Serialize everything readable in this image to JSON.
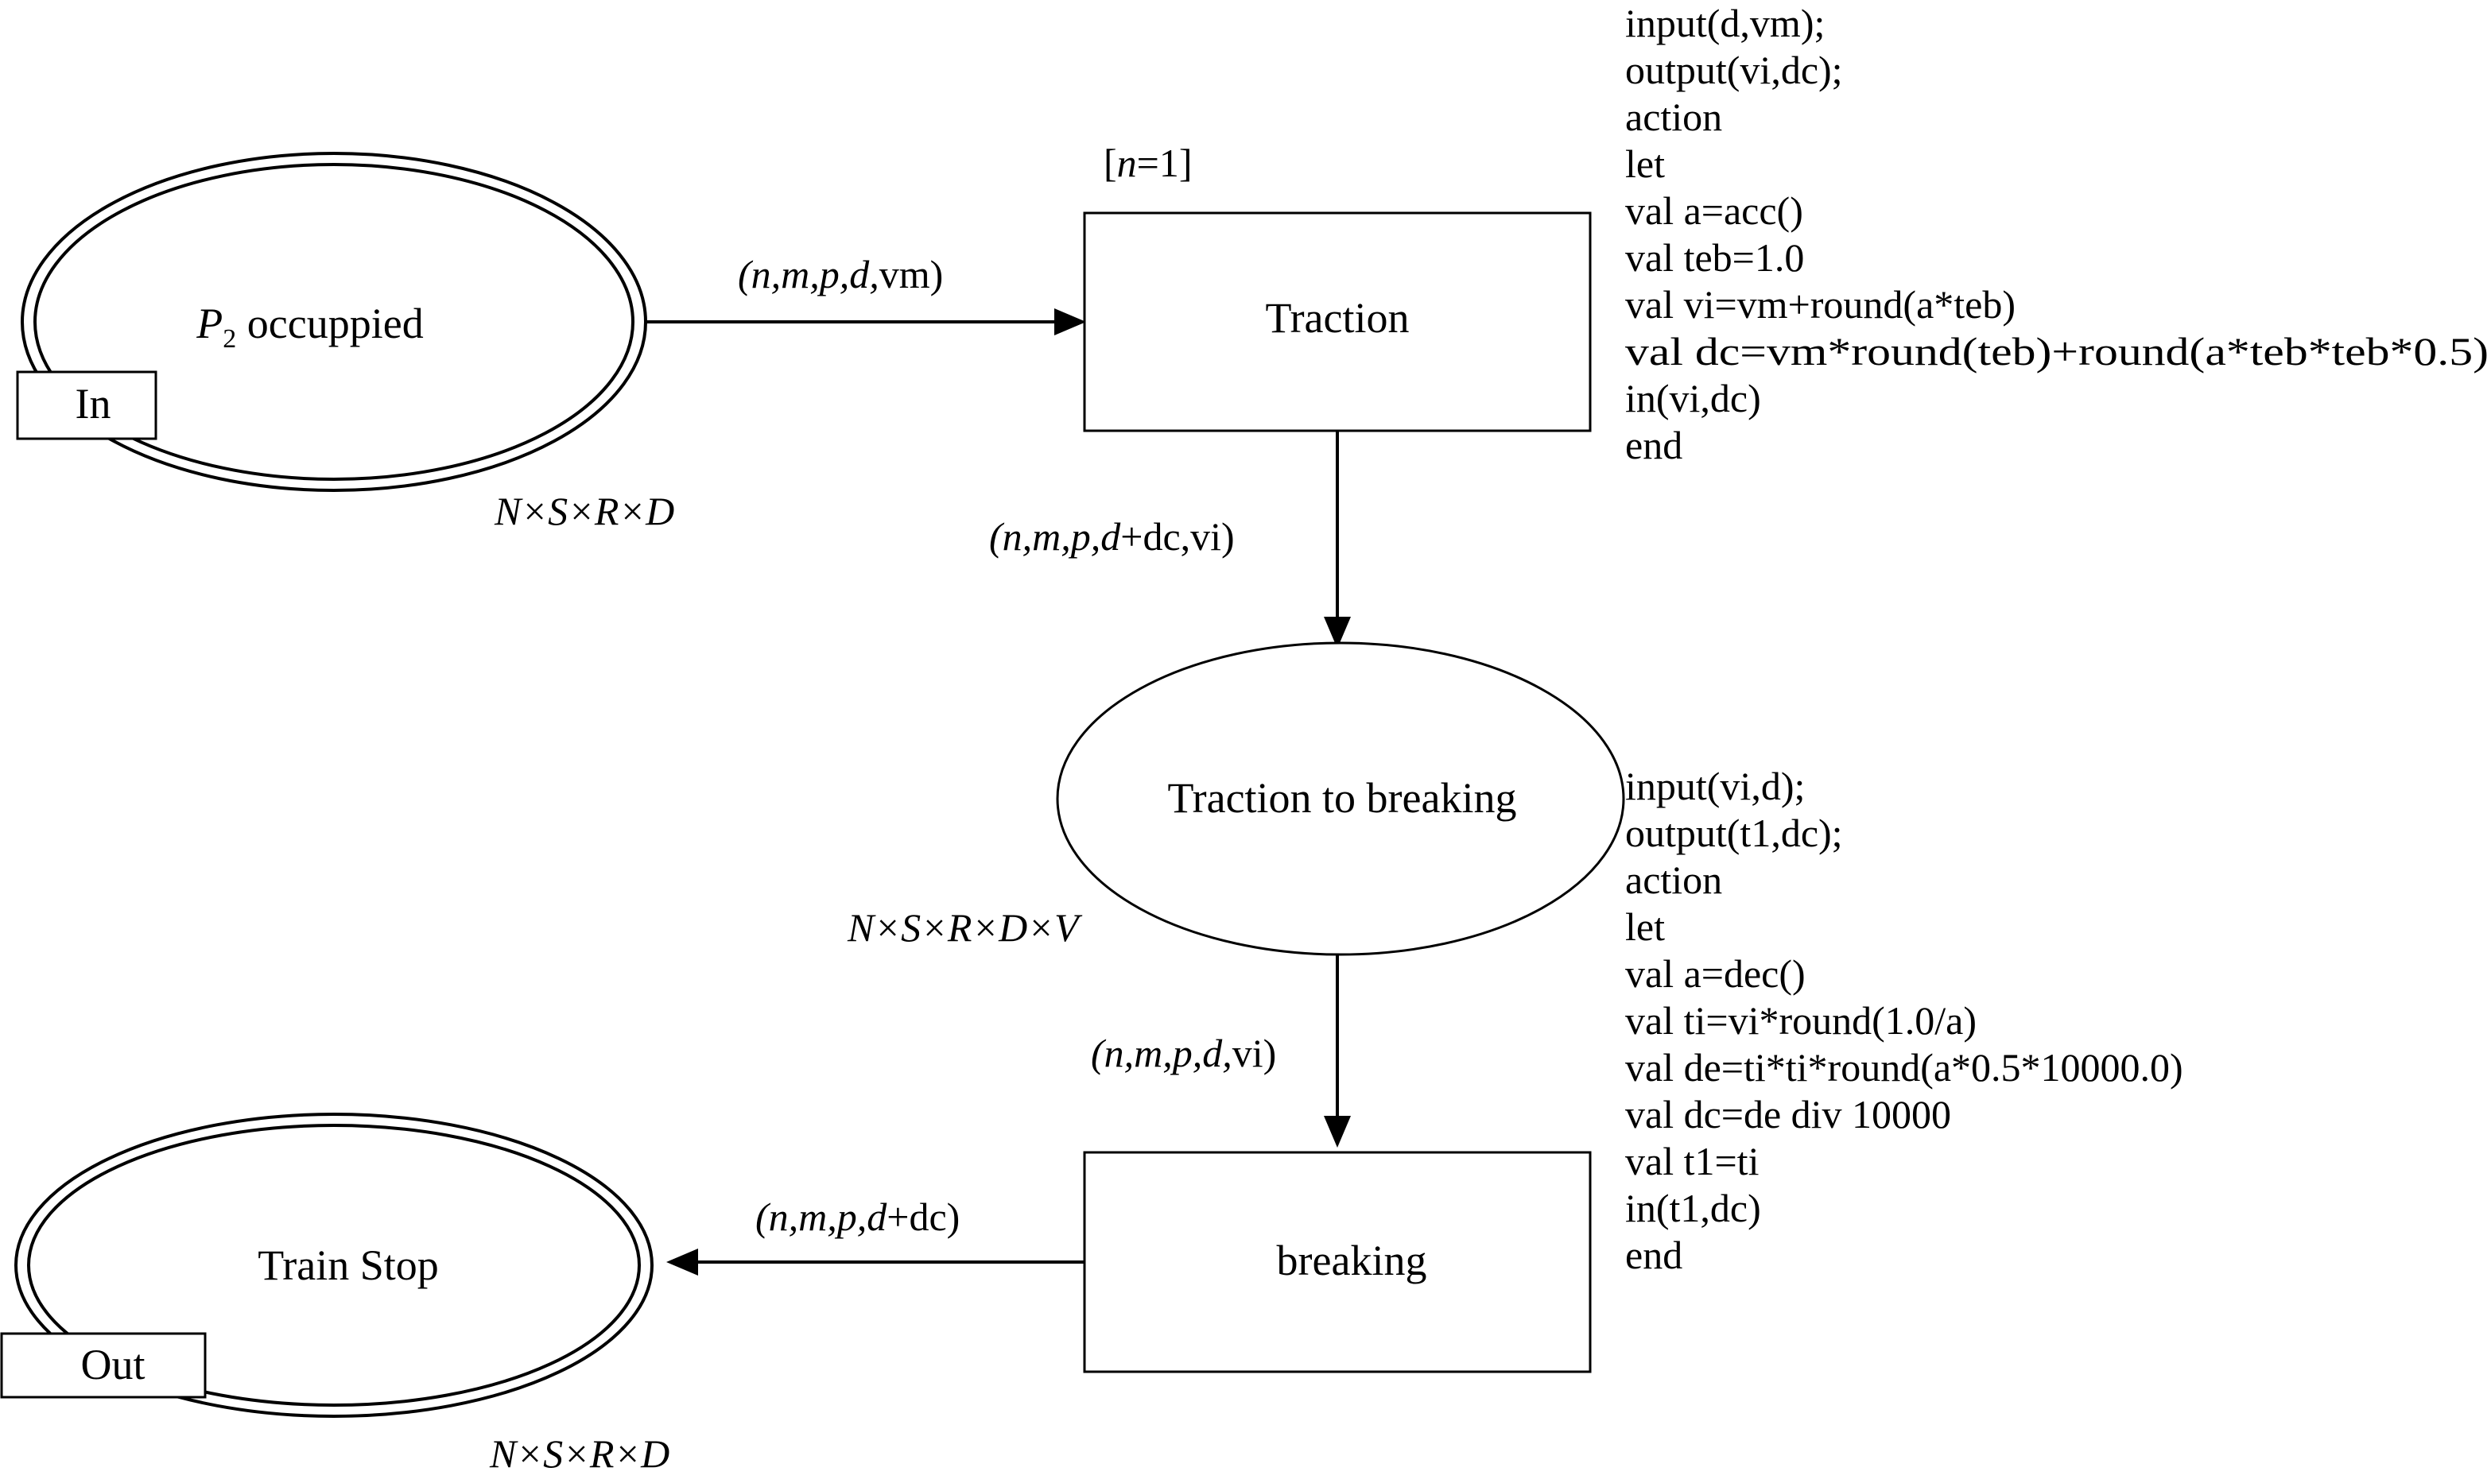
{
  "places": {
    "p2_occupied": {
      "name_symbol": "P",
      "name_sub": "2",
      "name_rest": " occuppied",
      "port": "In",
      "colorset": "N×S×R×D"
    },
    "traction_to_breaking": {
      "name": "Traction to breaking",
      "colorset": "N×S×R×D×V"
    },
    "train_stop": {
      "name": "Train Stop",
      "port": "Out",
      "colorset": "N×S×R×D"
    }
  },
  "transitions": {
    "traction": {
      "name": "Traction",
      "guard_open": "[",
      "guard_var": "n",
      "guard_rest": "=1]",
      "code": [
        "input(d,vm);",
        "output(vi,dc);",
        "action",
        "let",
        "val a=acc()",
        "val teb=1.0",
        "val vi=vm+round(a*teb)",
        "val dc=vm*round(teb)+round(a*teb*teb*0.5)",
        "in(vi,dc)",
        "end"
      ]
    },
    "breaking": {
      "name": "breaking",
      "code": [
        "input(vi,d);",
        "output(t1,dc);",
        "action",
        "let",
        "val a=dec()",
        "val ti=vi*round(1.0/a)",
        "val de=ti*ti*round(a*0.5*10000.0)",
        "val dc=de div 10000",
        "val t1=ti",
        "in(t1,dc)",
        "end"
      ]
    }
  },
  "arcs": {
    "p2_to_traction": {
      "vars": "(n,m,p,d,",
      "tail": "vm)"
    },
    "traction_to_place": {
      "vars": "(n,m,p,d",
      "tail": "+dc,vi)"
    },
    "place_to_breaking": {
      "vars": "(n,m,p,d,",
      "tail": "vi)"
    },
    "breaking_to_stop": {
      "vars": "(n,m,p,d",
      "tail": "+dc)"
    }
  }
}
